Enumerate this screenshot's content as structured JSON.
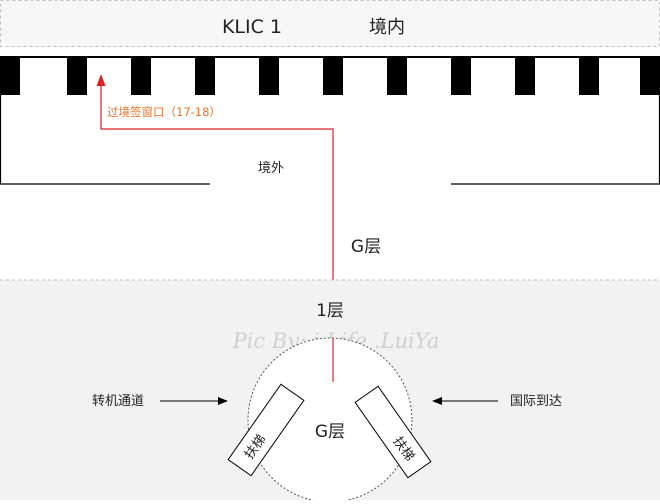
{
  "header": {
    "title": "KLIC 1",
    "zone": "境内"
  },
  "upper_floor": {
    "route_label": "过境签窗口（17-18）",
    "outside_label": "境外",
    "floor_label": "G层"
  },
  "lower_floor": {
    "floor_label": "1层",
    "circle_label": "G层",
    "escalator_left": "扶梯",
    "escalator_right": "扶梯",
    "left_entry": "转机通道",
    "right_entry": "国际到达",
    "watermark": "Pic By: i.Life .LuiYa"
  },
  "colors": {
    "route": "#e8732a",
    "arrow_head": "#dd2222",
    "vertical_line": "#cc3333",
    "header_bg": "#f7f7f7",
    "lower_bg": "#f2f2f2",
    "dash": "#bbbbbb"
  }
}
